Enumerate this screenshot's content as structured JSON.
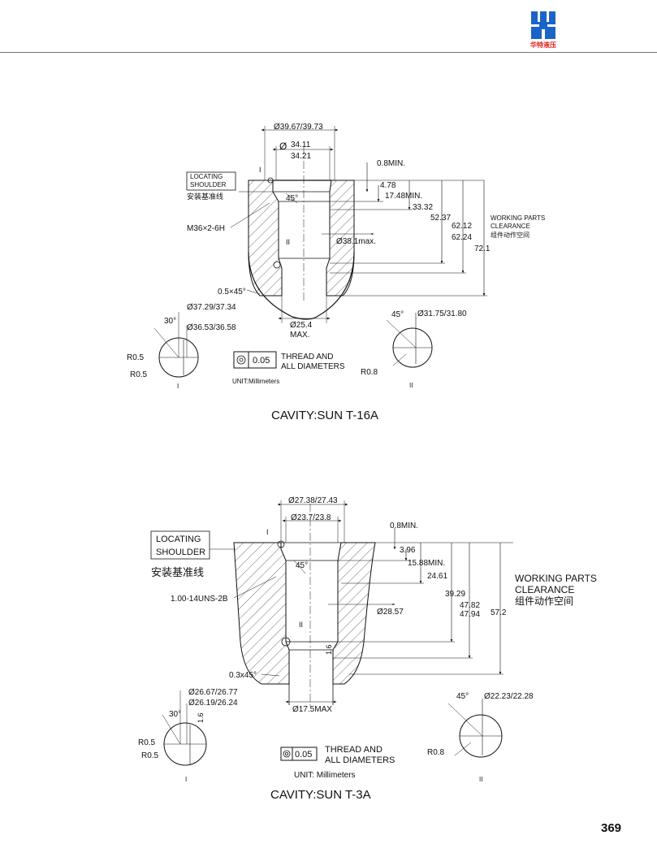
{
  "header": {
    "brand_text": "华特液压"
  },
  "page_number": "369",
  "units_common": {
    "ch_shoulder": "安装基准线",
    "ch_clearance": "组件动作空间",
    "roman_1": "I",
    "roman_2": "II"
  },
  "t16a": {
    "title": "CAVITY:SUN T-16A",
    "dims": {
      "outer_dia": "Ø39.67/39.73",
      "inner_dia_sym": "Ø",
      "inner_dia_a": "34.11",
      "inner_dia_b": "34.21",
      "d08": "0.8MIN.",
      "d478": "4.78",
      "d1748": "17.48MIN.",
      "d3332": "33.32",
      "d5237": "52.37",
      "d6212": "62.12",
      "d6224": "62.24",
      "d721": "72.1",
      "thread": "M36×2-6H",
      "chamfer": "0.5×45°",
      "angle45": "45°",
      "bore": "Ø38.1max.",
      "bottom_dia": "Ø25.4",
      "bottom_max": "MAX.",
      "loc1": "LOCATING",
      "loc2": "SHOULDER",
      "wpc1": "WORKING PARTS",
      "wpc2": "CLEARANCE",
      "det1_dia1": "Ø37.29/37.34",
      "det1_dia2": "Ø36.53/36.58",
      "det1_angle": "30°",
      "det1_r1": "R0.5",
      "det1_r2": "R0.5",
      "det2_angle": "45°",
      "det2_dia": "Ø31.75/31.80",
      "det2_r": "R0.8",
      "tol": "0.05",
      "tol_t1": "THREAD AND",
      "tol_t2": "ALL DIAMETERS",
      "unit": "UNIT:Millimeters"
    }
  },
  "t3a": {
    "title": "CAVITY:SUN T-3A",
    "dims": {
      "outer_dia": "Ø27.38/27.43",
      "inner_dia": "Ø23.7/23.8",
      "d08": "0.8MIN.",
      "d396": "3.96",
      "d1588": "15.88MIN.",
      "d2461": "24.61",
      "d3929": "39.29",
      "d4782": "47.82",
      "d4794": "47.94",
      "d572": "57.2",
      "thread": "1.00-14UNS-2B",
      "chamfer": "0.3x45°",
      "angle45": "45°",
      "bore": "Ø28.57",
      "bottom_dia": "Ø17.5MAX",
      "d16": "1.6",
      "loc1": "LOCATING",
      "loc2": "SHOULDER",
      "wpc1": "WORKING PARTS",
      "wpc2": "CLEARANCE",
      "det1_dia1": "Ø26.67/26.77",
      "det1_dia2": "Ø26.19/26.24",
      "det1_angle": "30°",
      "det1_16": "1.6",
      "det1_r1": "R0.5",
      "det1_r2": "R0.5",
      "det2_angle": "45°",
      "det2_dia": "Ø22.23/22.28",
      "det2_r": "R0.8",
      "tol": "0.05",
      "tol_t1": "THREAD AND",
      "tol_t2": "ALL DIAMETERS",
      "unit": "UNIT: Millimeters"
    }
  }
}
